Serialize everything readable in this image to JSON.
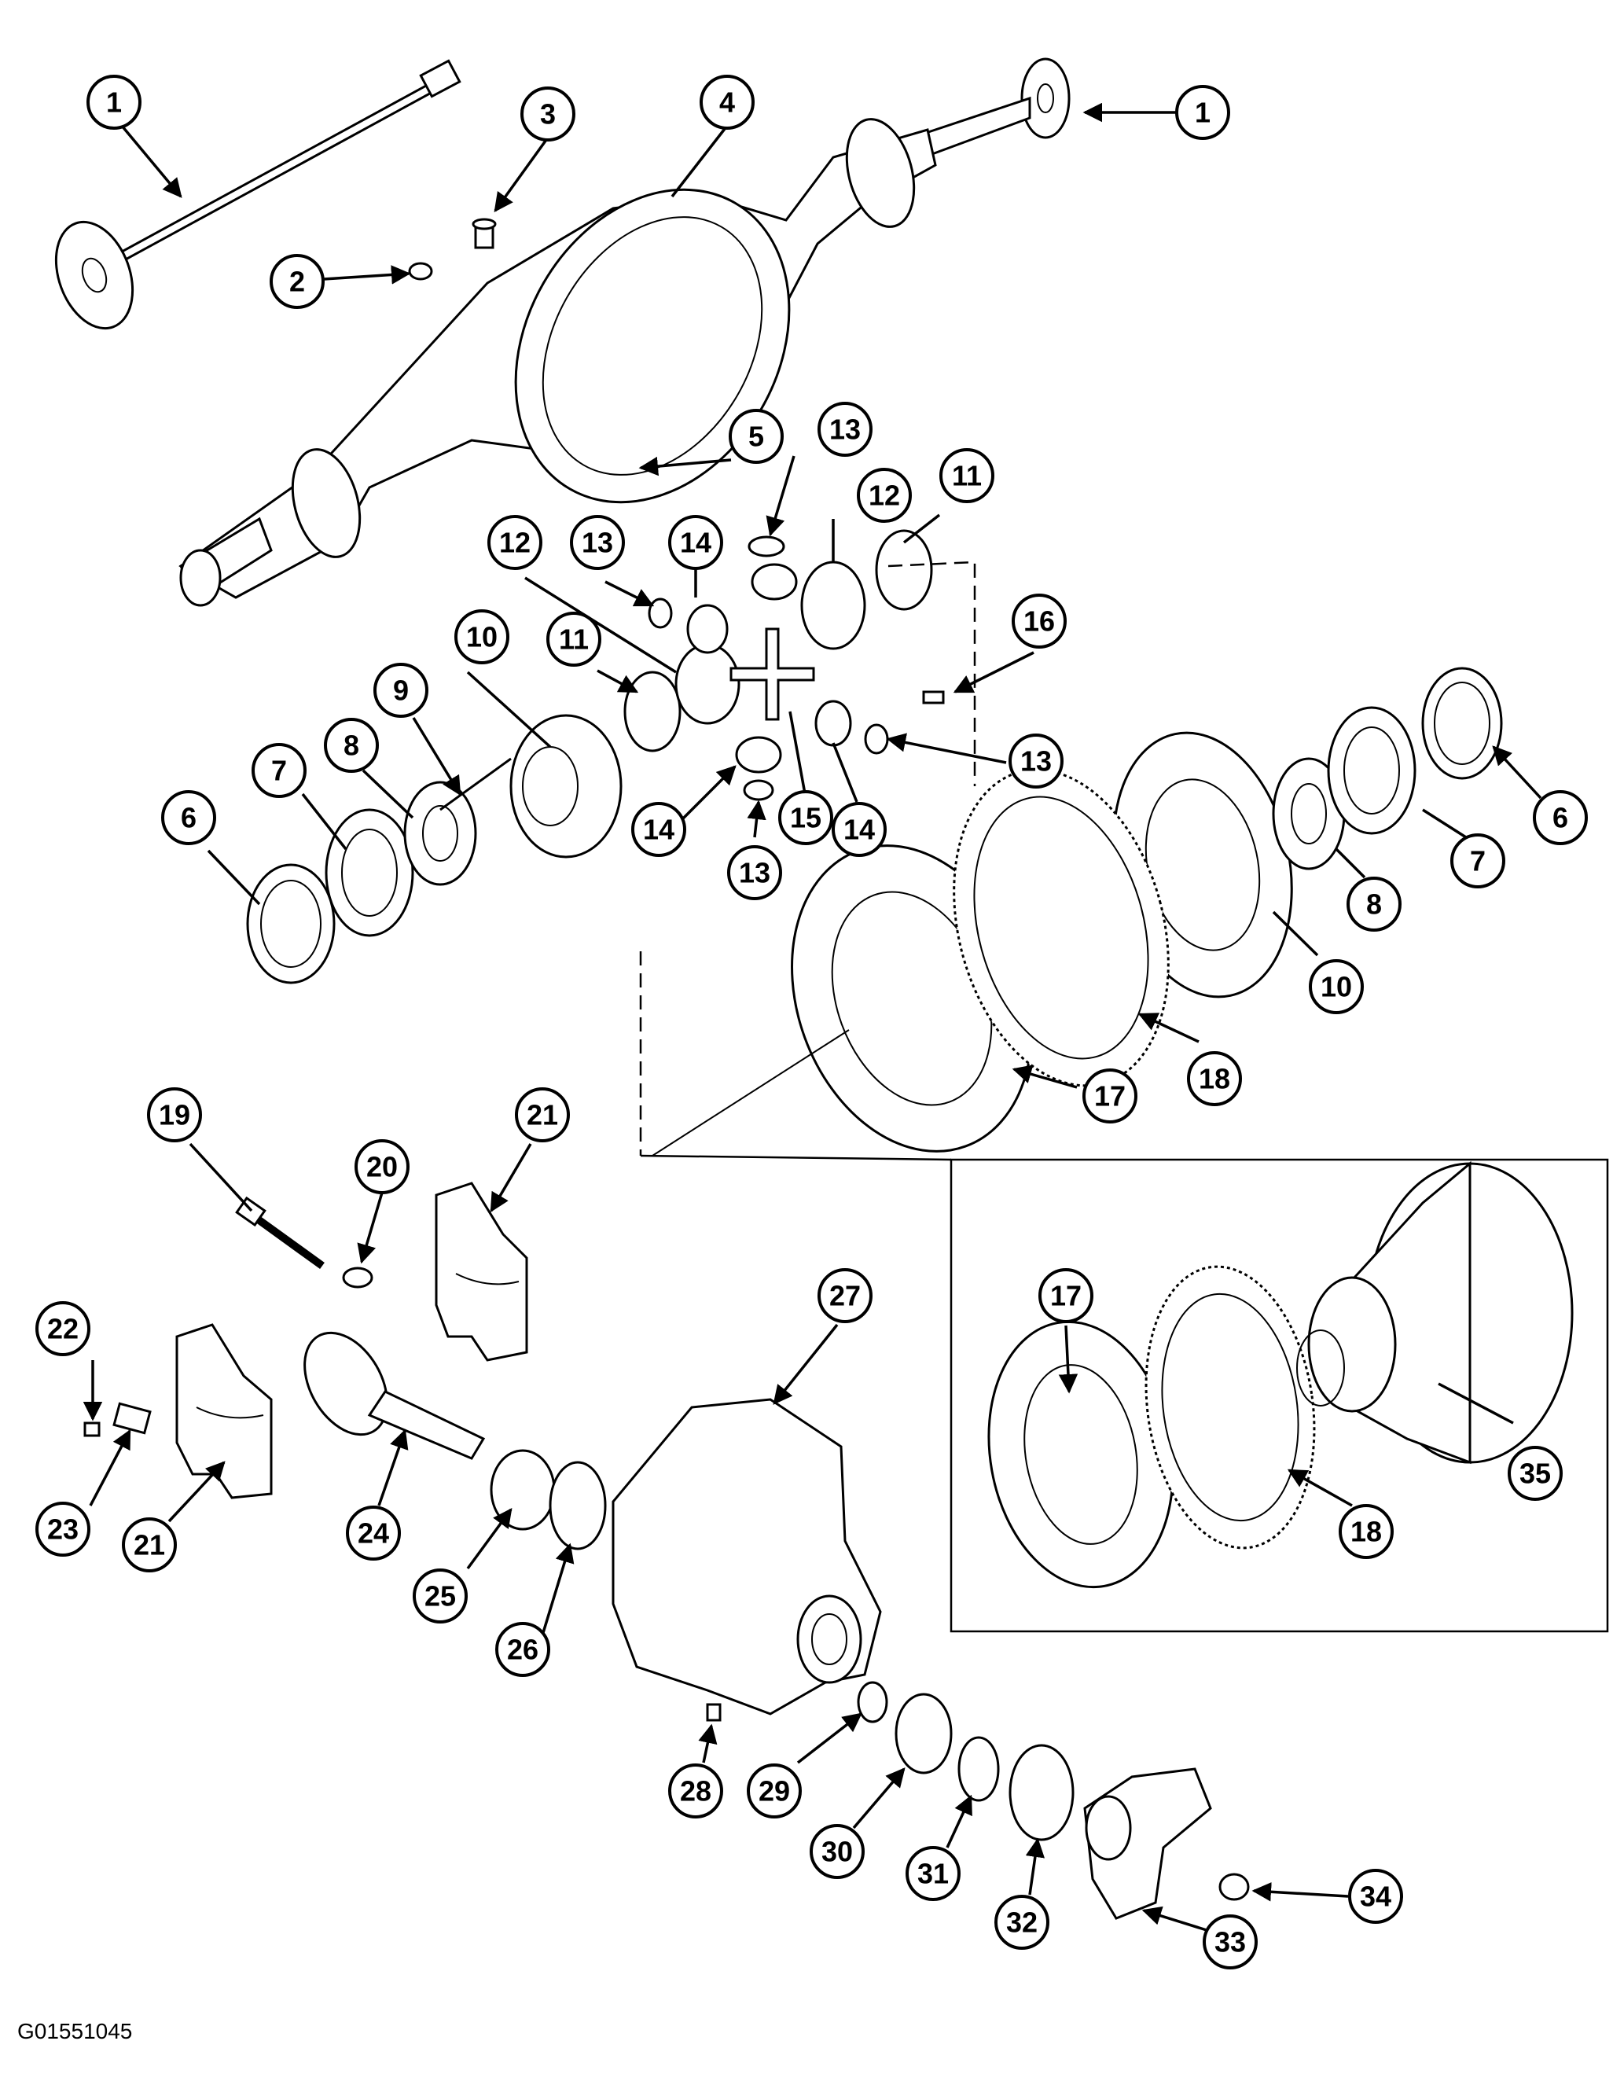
{
  "figure_id": "G01551045",
  "callouts": [
    {
      "label": "1"
    },
    {
      "label": "1"
    },
    {
      "label": "2"
    },
    {
      "label": "3"
    },
    {
      "label": "4"
    },
    {
      "label": "5"
    },
    {
      "label": "13"
    },
    {
      "label": "12"
    },
    {
      "label": "11"
    },
    {
      "label": "14"
    },
    {
      "label": "13"
    },
    {
      "label": "12"
    },
    {
      "label": "10"
    },
    {
      "label": "11"
    },
    {
      "label": "9"
    },
    {
      "label": "16"
    },
    {
      "label": "8"
    },
    {
      "label": "7"
    },
    {
      "label": "6"
    },
    {
      "label": "13"
    },
    {
      "label": "14"
    },
    {
      "label": "15"
    },
    {
      "label": "14"
    },
    {
      "label": "13"
    },
    {
      "label": "6"
    },
    {
      "label": "7"
    },
    {
      "label": "8"
    },
    {
      "label": "10"
    },
    {
      "label": "17"
    },
    {
      "label": "18"
    },
    {
      "label": "19"
    },
    {
      "label": "20"
    },
    {
      "label": "21"
    },
    {
      "label": "22"
    },
    {
      "label": "27"
    },
    {
      "label": "17"
    },
    {
      "label": "35"
    },
    {
      "label": "23"
    },
    {
      "label": "21"
    },
    {
      "label": "24"
    },
    {
      "label": "25"
    },
    {
      "label": "26"
    },
    {
      "label": "18"
    },
    {
      "label": "28"
    },
    {
      "label": "29"
    },
    {
      "label": "30"
    },
    {
      "label": "31"
    },
    {
      "label": "32"
    },
    {
      "label": "33"
    },
    {
      "label": "34"
    }
  ]
}
